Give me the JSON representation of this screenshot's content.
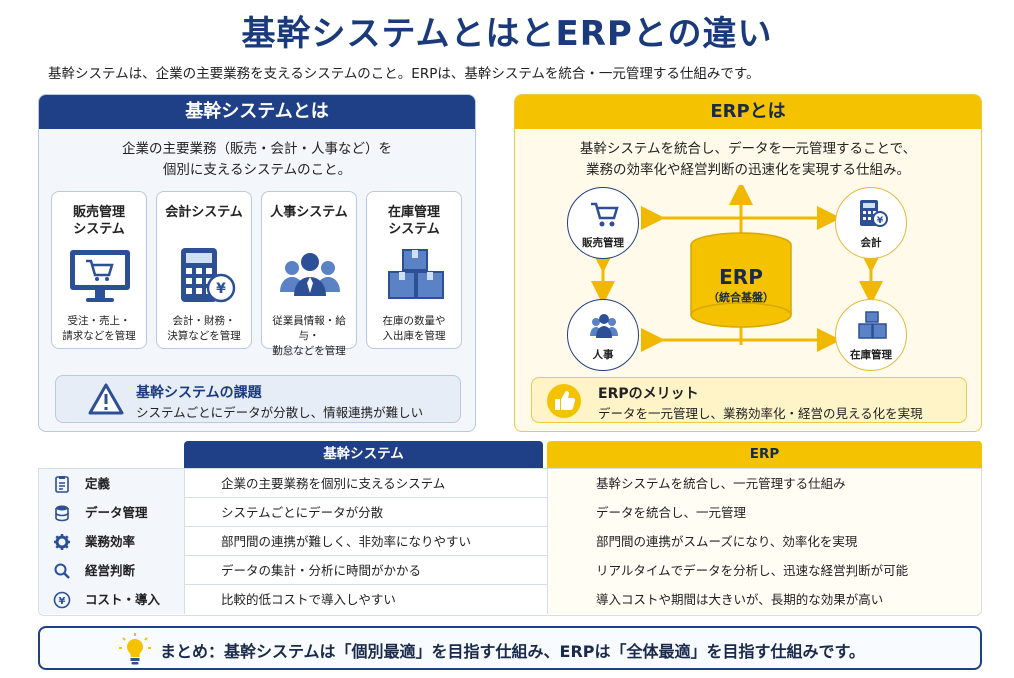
{
  "title": "基幹システムとはとERPとの違い",
  "subtitle": "基幹システムは、企業の主要業務を支えるシステムのこと。ERPは、基幹システムを統合・一元管理する仕組みです。",
  "left": {
    "header": "基幹システムとは",
    "lead1": "企業の主要業務（販売・会計・人事など）を",
    "lead2": "個別に支えるシステムのこと。",
    "cards": [
      {
        "title1": "販売管理",
        "title2": "システム",
        "desc1": "受注・売上・",
        "desc2": "請求などを管理",
        "icon": "cart-monitor-icon"
      },
      {
        "title1": "会計システム",
        "title2": "",
        "desc1": "会計・財務・",
        "desc2": "決算などを管理",
        "icon": "calculator-yen-icon"
      },
      {
        "title1": "人事システム",
        "title2": "",
        "desc1": "従業員情報・給与・",
        "desc2": "勤怠などを管理",
        "icon": "people-icon"
      },
      {
        "title1": "在庫管理",
        "title2": "システム",
        "desc1": "在庫の数量や",
        "desc2": "入出庫を管理",
        "icon": "boxes-icon"
      }
    ],
    "issue_title": "基幹システムの課題",
    "issue_desc": "システムごとにデータが分散し、情報連携が難しい"
  },
  "right": {
    "header": "ERPとは",
    "lead1": "基幹システムを統合し、データを一元管理することで、",
    "lead2": "業務の効率化や経営判断の迅速化を実現する仕組み。",
    "center1": "ERP",
    "center2": "（統合基盤）",
    "nodes": {
      "sales": "販売管理",
      "accounting": "会計",
      "hr": "人事",
      "inventory": "在庫管理"
    },
    "merit_title": "ERPのメリット",
    "merit_desc": "データを一元管理し、業務効率化・経営の見える化を実現"
  },
  "table": {
    "col_sys": "基幹システム",
    "col_erp": "ERP",
    "rows": [
      {
        "label": "定義",
        "icon": "clipboard-icon",
        "sys": "企業の主要業務を個別に支えるシステム",
        "erp": "基幹システムを統合し、一元管理する仕組み"
      },
      {
        "label": "データ管理",
        "icon": "database-icon",
        "sys": "システムごとにデータが分散",
        "erp": "データを統合し、一元管理"
      },
      {
        "label": "業務効率",
        "icon": "gear-icon",
        "sys": "部門間の連携が難しく、非効率になりやすい",
        "erp": "部門間の連携がスムーズになり、効率化を実現"
      },
      {
        "label": "経営判断",
        "icon": "magnifier-icon",
        "sys": "データの集計・分析に時間がかかる",
        "erp": "リアルタイムでデータを分析し、迅速な経営判断が可能"
      },
      {
        "label": "コスト・導入",
        "icon": "yen-icon",
        "sys": "比較的低コストで導入しやすい",
        "erp": "導入コストや期間は大きいが、長期的な効果が高い"
      }
    ]
  },
  "summary": "まとめ：基幹システムは「個別最適」を目指す仕組み、ERPは「全体最適」を目指す仕組みです。",
  "colors": {
    "navy": "#1f3f86",
    "yellow": "#f5c200",
    "light_blue": "#f3f6fb",
    "light_yellow": "#fffaea"
  }
}
